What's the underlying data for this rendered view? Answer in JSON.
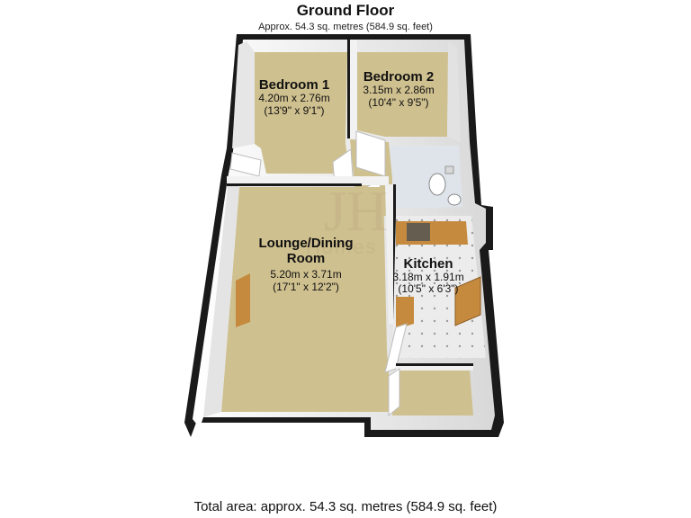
{
  "header": {
    "title": "Ground Floor",
    "subtitle": "Approx. 54.3 sq. metres (584.9 sq. feet)"
  },
  "rooms": [
    {
      "name": "Bedroom 1",
      "metric": "4.20m x 2.76m",
      "imperial": "(13'9\" x 9'1\")"
    },
    {
      "name": "Bedroom 2",
      "metric": "3.15m x 2.86m",
      "imperial": "(10'4\" x 9'5\")"
    },
    {
      "name": "Lounge/Dining",
      "name_line2": "Room",
      "metric": "5.20m x 3.71m",
      "imperial": "(17'1\" x 12'2\")"
    },
    {
      "name": "Kitchen",
      "metric": "3.18m x 1.91m",
      "imperial": "(10'5\" x 6'3\")"
    }
  ],
  "watermark": {
    "mark": "JH",
    "text": "Homes"
  },
  "footer": {
    "total_area": "Total area: approx. 54.3 sq. metres (584.9 sq. feet)"
  },
  "colors": {
    "carpet": "#cfc08f",
    "wall_top": "#f4f4f4",
    "wall_shadow": "#1a1a1a",
    "tile": "#e9e9e9",
    "worktop": "#c58a3e"
  }
}
